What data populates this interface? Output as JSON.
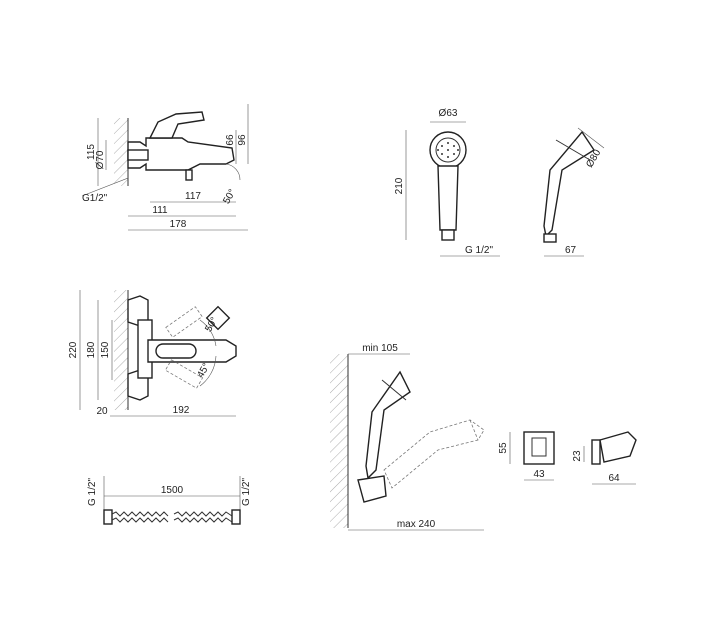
{
  "labels": {
    "side_96": "96",
    "side_66": "66",
    "side_115": "115",
    "side_d70": "Ø70",
    "side_g": "G1/2\"",
    "side_111": "111",
    "side_117": "117",
    "side_178": "178",
    "side_50": "50°",
    "front_220": "220",
    "front_180": "180",
    "front_150": "150",
    "front_20": "20",
    "front_192": "192",
    "front_50": "50°",
    "front_45": "45°",
    "hose_g_left": "G 1/2\"",
    "hose_1500": "1500",
    "hose_g_right": "G 1/2\"",
    "shower_d63": "Ø63",
    "shower_210": "210",
    "shower_g": "G 1/2\"",
    "shower_d80": "Ø80",
    "shower_67": "67",
    "inst_min105": "min 105",
    "inst_max240": "max 240",
    "holder_55": "55",
    "holder_43": "43",
    "holder_23": "23",
    "holder_64": "64"
  }
}
